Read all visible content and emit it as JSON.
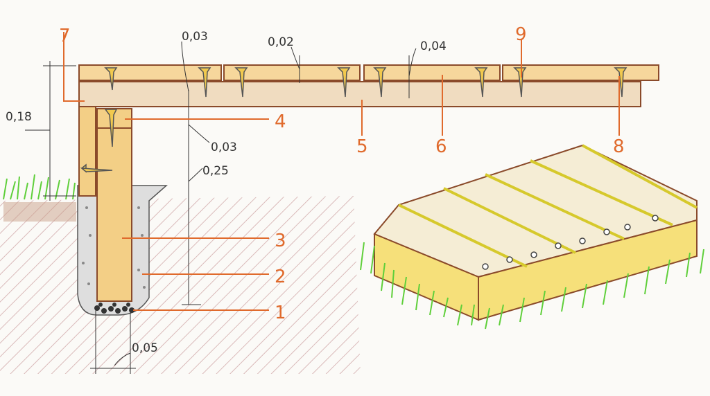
{
  "dimensions": {
    "post_height": "0,18",
    "top_gap": "0,03",
    "board_gap": "0,02",
    "board_thickness": "0,04",
    "mid_gap": "0,03",
    "embed_depth": "0,25",
    "post_width": "0,05"
  },
  "callouts": {
    "c1": "1",
    "c2": "2",
    "c3": "3",
    "c4": "4",
    "c5": "5",
    "c6": "6",
    "c7": "7",
    "c8": "8",
    "c9": "9"
  },
  "colors": {
    "wood": "#f3cf86",
    "wood_dark": "#8a4a2a",
    "concrete": "#d9d9d9",
    "grass": "#5fcf3a",
    "soil_hatch": "#d6b3b3",
    "callout": "#e06a2c",
    "plank": "#f4e6b8",
    "gap": "#d6c92c"
  }
}
